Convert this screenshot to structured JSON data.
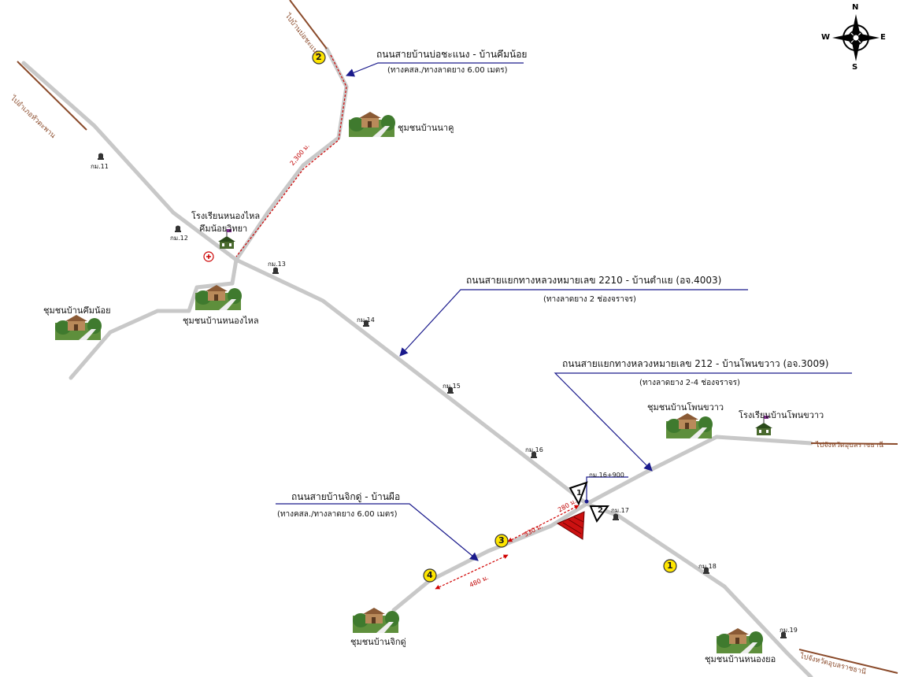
{
  "compass": {
    "n": "N",
    "s": "S",
    "e": "E",
    "w": "W"
  },
  "roads": {
    "r2": {
      "title": "ถนนสายบ้านบ่อชะแนง - บ้านคึมน้อย",
      "sub": "(ทางคสล./ทางลาดยาง 6.00 เมตร)"
    },
    "r2210": {
      "title": "ถนนสายแยกทางหลวงหมายเลข 2210 - บ้านตำแย (อจ.4003)",
      "sub": "(ทางลาดยาง 2 ช่องจราจร)"
    },
    "r212": {
      "title": "ถนนสายแยกทางหลวงหมายเลข 212 - บ้านโพนขวาว (อจ.3009)",
      "sub": "(ทางลาดยาง 2-4 ช่องจราจร)"
    },
    "rjik": {
      "title": "ถนนสายบ้านจิกดู่ - บ้านผือ",
      "sub": "(ทางคสล./ทางลาดยาง 6.00 เมตร)"
    }
  },
  "communities": {
    "naku": "ชุมชนบ้านนาคู",
    "khumnoi": "ชุมชนบ้านคึมน้อย",
    "nonglai": "ชุมชนบ้านหนองไหล",
    "phonkhwao": "ชุมชนบ้านโพนขวาว",
    "jikdu": "ชุมชนบ้านจิกดู่",
    "nongyo": "ชุมชนบ้านหนองยอ"
  },
  "schools": {
    "nonglai_line1": "โรงเรียนหนองไหล",
    "nonglai_line2": "คึมน้อยวิทยา",
    "phonkhwao": "โรงเรียนบ้านโพนขวาว"
  },
  "km_markers": {
    "k11": "กม.11",
    "k12": "กม.12",
    "k13": "กม.13",
    "k14": "กม.14",
    "k15": "กม.15",
    "k16": "กม.16",
    "k16900": "กม.16+900",
    "k17": "กม.17",
    "k18": "กม.18",
    "k19": "กม.19"
  },
  "destinations": {
    "nw": "ไปอำเภอหัวตะพาน",
    "n": "ไปบ้านบ่อชะแนง",
    "e": "ไปจังหวัดอุบลราชธานี",
    "se": "ไปจังหวัดอุบลราชธานี"
  },
  "distances": {
    "d2300": "2,300 ม.",
    "d280": "280 ม.",
    "d530": "530 ม.",
    "d480": "480 ม."
  },
  "points": {
    "p1": "1",
    "p2": "2",
    "p3": "3",
    "p4": "4"
  },
  "colors": {
    "road": "#c8c8c8",
    "point": "#ffe600",
    "arrow": "#1a1a8c",
    "distance": "#d00000",
    "dest": "#8a4a2a",
    "site": "#cc1111"
  }
}
